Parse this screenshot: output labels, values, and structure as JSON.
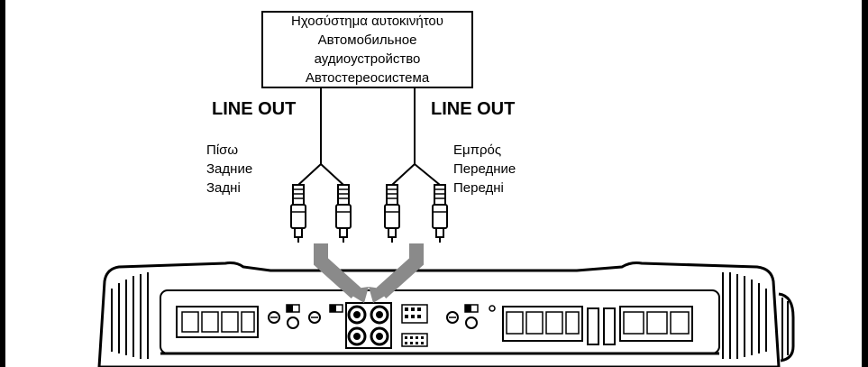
{
  "source": {
    "lines": [
      "Ηχοσύστημα αυτοκινήτου",
      "Автомобильное",
      "аудиоустройство",
      "Автостереосистема"
    ]
  },
  "outputs": {
    "left_label": "LINE OUT",
    "right_label": "LINE OUT"
  },
  "rear_channel": {
    "lines": [
      "Πίσω",
      "Задние",
      "Задні"
    ]
  },
  "front_channel": {
    "lines": [
      "Εμπρός",
      "Передние",
      "Передні"
    ]
  },
  "colors": {
    "line": "#000000",
    "arrow": "#8a8a8a",
    "panel": "#ffffff"
  }
}
